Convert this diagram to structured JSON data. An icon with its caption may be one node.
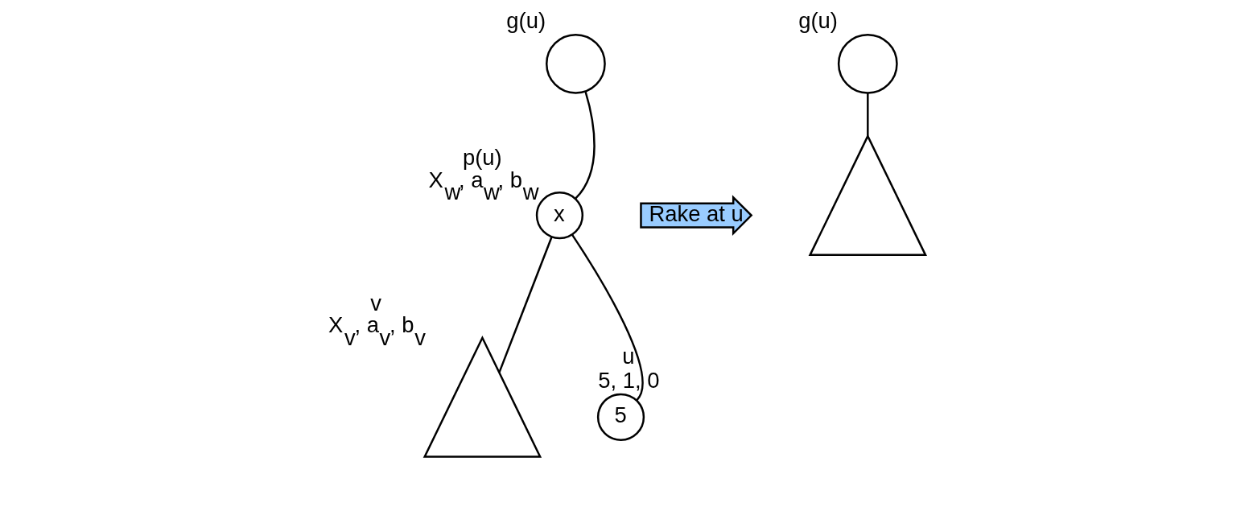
{
  "diagram": {
    "nodes": [
      {
        "text": [],
        "shape": "circle",
        "beside": [
          "g(u)"
        ]
      },
      {
        "text": [
          "x"
        ],
        "beside": [
          "p(u)",
          "X$_{w}$, a$_{w}$, b$_{w}$"
        ]
      },
      {
        "text": [],
        "shape": "triangle",
        "beside": [
          "v",
          "X$_{v}$, a$_{v}$, b$_{v}$"
        ]
      },
      {
        "text": [
          "5"
        ],
        "beside": [
          "u",
          "5, 1, 0"
        ]
      },
      {
        "text": [
          "Rake at u"
        ]
      },
      {
        "text": [],
        "shape": "circle",
        "beside": [
          "g(u)"
        ]
      },
      {
        "text": [],
        "shape": "triangle"
      }
    ],
    "edges": [
      {
        "from": 0,
        "to": 1,
        "arrow": "none"
      },
      {
        "from": 1,
        "to": 2,
        "arrow": "none"
      },
      {
        "from": 1,
        "to": 3,
        "arrow": "none"
      },
      {
        "from": 5,
        "to": 6,
        "arrow": "none"
      }
    ]
  }
}
